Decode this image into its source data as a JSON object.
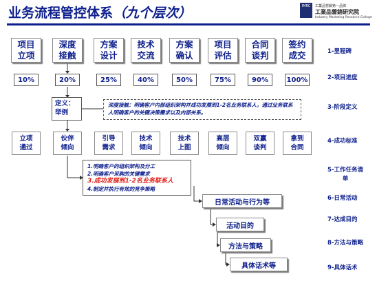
{
  "title": {
    "main": "业务流程管控体系",
    "sub": "（九个层次）"
  },
  "logo": {
    "badge": "IMRC",
    "top": "工業品營銷第一品牌",
    "cn": "工業品營銷研究院",
    "en": "Industry Marketing Research College"
  },
  "stages": [
    "项目\n立项",
    "深度\n接触",
    "方案\n设计",
    "技术\n交流",
    "方案\n确认",
    "项目\n评估",
    "合同\n谈判",
    "签约\n成交"
  ],
  "progress": [
    "10%",
    "20%",
    "25%",
    "40%",
    "50%",
    "75%",
    "90%",
    "100%"
  ],
  "definition": {
    "label": "定义：\n举例",
    "text": "深度接触：明确客户内部组织架构并成功发展到1-2名业务联系人，通过业务联系人明确客户的关键决策需求以及内部关系。"
  },
  "criteria": [
    "立项\n通过",
    "伙伴\n倾向",
    "引导\n需求",
    "技术\n倾向",
    "技术\n上图",
    "高层\n倾向",
    "双赢\n谈判",
    "拿到\n合同"
  ],
  "tasks": [
    {
      "text": "1.明确客户的组织架构及分工",
      "highlight": false
    },
    {
      "text": "2.明确客户采购的关键需求",
      "highlight": false
    },
    {
      "text": "3.成功发展到1-2名业务联系人",
      "highlight": true
    },
    {
      "text": "4.制定并执行有效的竞争策略",
      "highlight": false
    }
  ],
  "steps": [
    "日常活动与行为等",
    "活动目的",
    "方法与策略",
    "具体话术等"
  ],
  "levels": [
    "1-里程碑",
    "2-项目进度",
    "3-阶段定义",
    "4-成功标准",
    "5-工作任务清\n单",
    "6-日常活动",
    "7-达成目的",
    "8-方法与策略",
    "9-具体话术"
  ]
}
